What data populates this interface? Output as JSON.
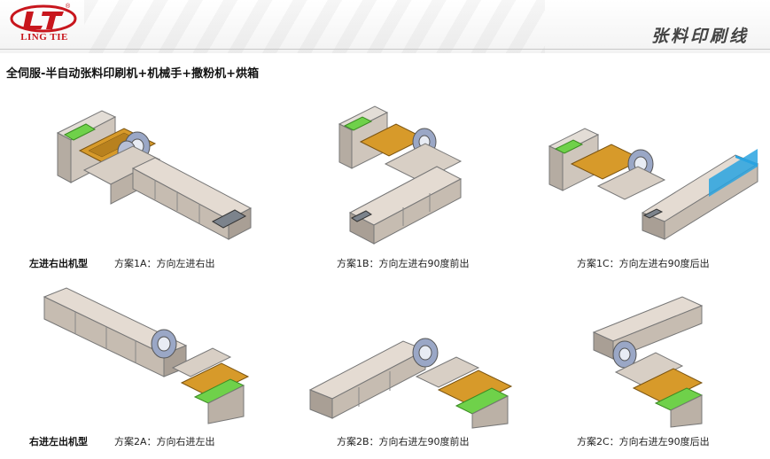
{
  "header": {
    "brand_text": "LING TIE",
    "brand_mark": "LT",
    "reg_mark": "®",
    "title": "张料印刷线"
  },
  "page_subtitle": "全伺服-半自动张料印刷机+机械手+撒粉机+烘箱",
  "rows": [
    {
      "label": "左进右出机型",
      "schemes": [
        {
          "label": "方案1A：方向左进右出"
        },
        {
          "label": "方案1B：方向左进右90度前出"
        },
        {
          "label": "方案1C：方向左进右90度后出"
        }
      ]
    },
    {
      "label": "右进左出机型",
      "schemes": [
        {
          "label": "方案2A：方向右进左出"
        },
        {
          "label": "方案2B：方向右进左90度前出"
        },
        {
          "label": "方案2C：方向右进左90度后出"
        }
      ]
    }
  ],
  "colors": {
    "brand_red": "#c8161d",
    "machine_body": "#c9bdb0",
    "machine_dark": "#8f857a",
    "screen_green": "#6fd14a",
    "print_bed_orange": "#d79a2a",
    "roller_blue": "#9aa7c6",
    "conveyor_blue": "#29a3e0"
  }
}
